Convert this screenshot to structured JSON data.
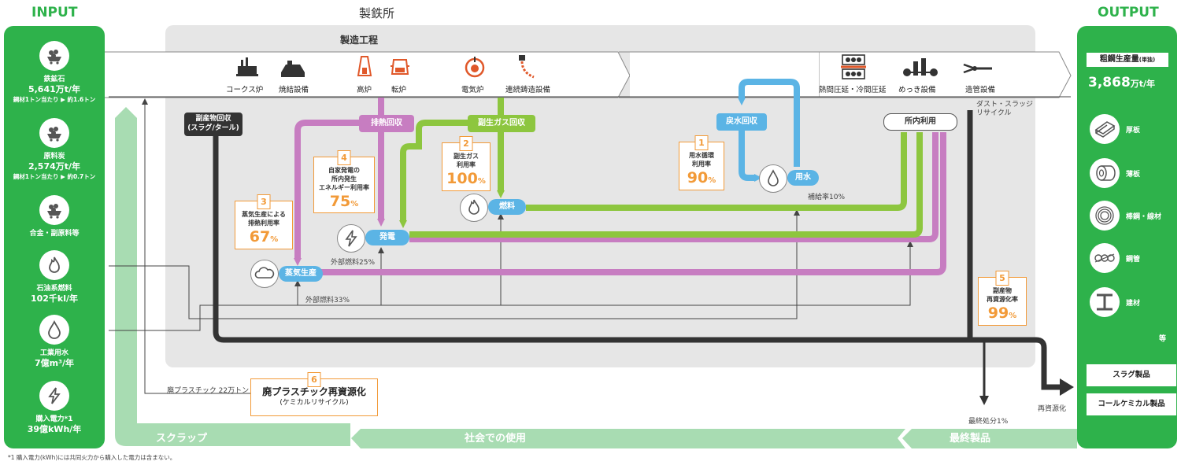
{
  "header": {
    "input": "INPUT",
    "output": "OUTPUT",
    "title": "製鉄所",
    "process": "製造工程"
  },
  "inputs": [
    {
      "icon": "ore-cart-icon",
      "name": "鉄鉱石",
      "value": "5,641万t/年",
      "sub": "鋼材1トン当たり ▶ 約1.6トン"
    },
    {
      "icon": "coal-cart-icon",
      "name": "原料炭",
      "value": "2,574万t/年",
      "sub": "鋼材1トン当たり ▶ 約0.7トン"
    },
    {
      "icon": "alloy-cart-icon",
      "name": "合金・副原料等",
      "value": "",
      "sub": ""
    },
    {
      "icon": "flame-icon",
      "name": "石油系燃料",
      "value": "102千kl/年",
      "sub": ""
    },
    {
      "icon": "water-drop-icon",
      "name": "工業用水",
      "value": "7億m³/年",
      "sub": ""
    },
    {
      "icon": "lightning-icon",
      "name": "購入電力*1",
      "value": "39億kWh/年",
      "sub": ""
    }
  ],
  "processes": [
    "コークス炉",
    "焼結設備",
    "高炉",
    "転炉",
    "電気炉",
    "連続鋳造設備",
    "熱間圧延・冷間圧延",
    "めっき設備",
    "造管設備"
  ],
  "flows": {
    "byproduct": "副産物回収\n(スラグ/タール)",
    "waste_heat": "排熱回収",
    "byproduct_gas": "副生ガス回収",
    "water_recovery": "戻水回収",
    "in_house": "所内利用",
    "steam": "蒸気生産",
    "power": "発電",
    "fuel": "燃料",
    "water": "用水"
  },
  "kpis": [
    {
      "num": "1",
      "label": "用水循環\n利用率",
      "value": "90",
      "unit": "%"
    },
    {
      "num": "2",
      "label": "副生ガス\n利用率",
      "value": "100",
      "unit": "%"
    },
    {
      "num": "3",
      "label": "蒸気生産による\n排熱利用率",
      "value": "67",
      "unit": "%"
    },
    {
      "num": "4",
      "label": "自家発電の\n所内発生\nエネルギー利用率",
      "value": "75",
      "unit": "%"
    },
    {
      "num": "5",
      "label": "副産物\n再資源化率",
      "value": "99",
      "unit": "%"
    }
  ],
  "labels": {
    "external_fuel_25": "外部燃料25%",
    "external_fuel_33": "外部燃料33%",
    "makeup_water": "補給率10%",
    "dust_sludge": "ダスト・スラッジ\nリサイクル",
    "waste_plastic_amount": "廃プラスチック 22万トン",
    "final_disposal": "最終処分1%",
    "recycling": "再資源化",
    "footnote": "*1 購入電力(kWh)には共同火力から購入した電力は含まない。"
  },
  "plastic_box": {
    "num": "6",
    "title": "廃プラスチック再資源化",
    "sub": "(ケミカルリサイクル)"
  },
  "output": {
    "production_label": "粗鋼生産量",
    "production_unit_note": "(単独)",
    "production_value": "3,868",
    "production_unit": "万t/年",
    "products": [
      "厚板",
      "薄板",
      "棒鋼・線材",
      "鋼管",
      "建材"
    ],
    "etc": "等",
    "byproducts": [
      "スラグ製品",
      "コールケミカル製品"
    ]
  },
  "bottom_bands": [
    "スクラップ",
    "社会での使用",
    "最終製品"
  ],
  "colors": {
    "green": "#2eb24b",
    "light_green": "#9fd6a8",
    "purple": "#c77dc1",
    "lime": "#8dc63f",
    "blue": "#5bb4e5",
    "dark": "#333333",
    "orange": "#f29a38",
    "gray_bg": "#e6e6e6"
  }
}
